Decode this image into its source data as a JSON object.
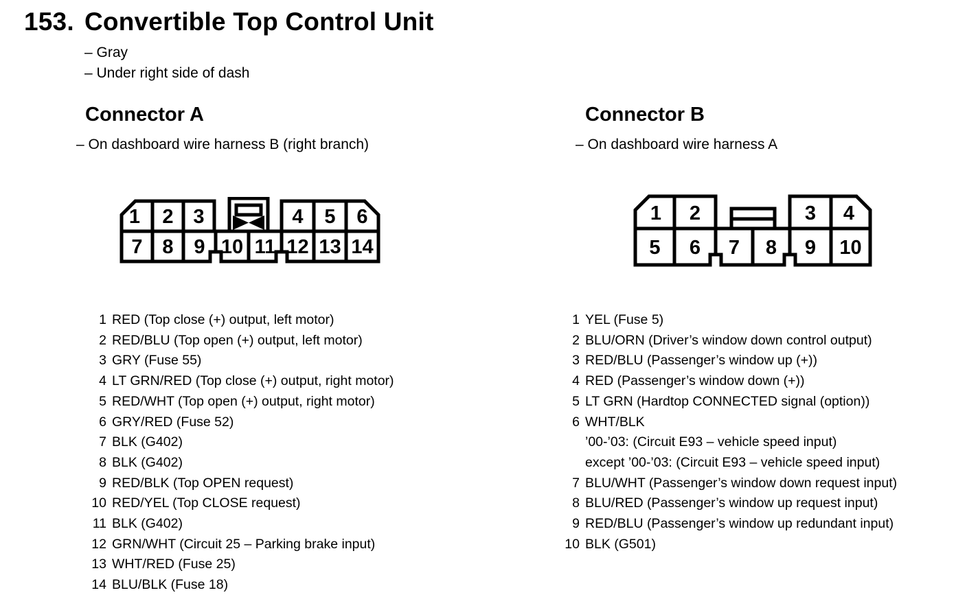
{
  "page": {
    "number": "153.",
    "title": "Convertible Top Control Unit",
    "notes": [
      "– Gray",
      "– Under right side of dash"
    ]
  },
  "colors": {
    "ink": "#000000",
    "paper": "#ffffff"
  },
  "connector_a": {
    "heading": "Connector A",
    "subtitle": "– On dashboard wire harness B (right branch)",
    "cells": [
      "1",
      "2",
      "3",
      "4",
      "5",
      "6",
      "7",
      "8",
      "9",
      "10",
      "11",
      "12",
      "13",
      "14"
    ],
    "pins": [
      {
        "num": "1",
        "desc": "RED (Top close (+) output, left motor)"
      },
      {
        "num": "2",
        "desc": "RED/BLU (Top open (+) output, left motor)"
      },
      {
        "num": "3",
        "desc": "GRY (Fuse 55)"
      },
      {
        "num": "4",
        "desc": "LT GRN/RED (Top close (+) output, right motor)"
      },
      {
        "num": "5",
        "desc": "RED/WHT (Top open (+) output, right motor)"
      },
      {
        "num": "6",
        "desc": "GRY/RED (Fuse 52)"
      },
      {
        "num": "7",
        "desc": "BLK (G402)"
      },
      {
        "num": "8",
        "desc": "BLK (G402)"
      },
      {
        "num": "9",
        "desc": "RED/BLK (Top OPEN request)"
      },
      {
        "num": "10",
        "desc": "RED/YEL (Top CLOSE request)"
      },
      {
        "num": "11",
        "desc": "BLK (G402)"
      },
      {
        "num": "12",
        "desc": "GRN/WHT (Circuit 25 – Parking brake input)"
      },
      {
        "num": "13",
        "desc": "WHT/RED (Fuse 25)"
      },
      {
        "num": "14",
        "desc": "BLU/BLK (Fuse 18)"
      }
    ]
  },
  "connector_b": {
    "heading": "Connector B",
    "subtitle": "– On dashboard wire harness A",
    "cells": [
      "1",
      "2",
      "3",
      "4",
      "5",
      "6",
      "7",
      "8",
      "9",
      "10"
    ],
    "pins": [
      {
        "num": "1",
        "desc": "YEL (Fuse 5)"
      },
      {
        "num": "2",
        "desc": "BLU/ORN (Driver’s window down control output)"
      },
      {
        "num": "3",
        "desc": "RED/BLU (Passenger’s window up (+))"
      },
      {
        "num": "4",
        "desc": "RED (Passenger’s window down (+))"
      },
      {
        "num": "5",
        "desc": "LT GRN (Hardtop CONNECTED signal (option))"
      },
      {
        "num": "6",
        "desc": "WHT/BLK"
      },
      {
        "num": "",
        "desc": "’00-’03: (Circuit E93 – vehicle speed input)"
      },
      {
        "num": "",
        "desc": "except ’00-’03: (Circuit E93 – vehicle speed input)"
      },
      {
        "num": "7",
        "desc": "BLU/WHT (Passenger’s window down request input)"
      },
      {
        "num": "8",
        "desc": "BLU/RED (Passenger’s window up request input)"
      },
      {
        "num": "9",
        "desc": "RED/BLU (Passenger’s window up redundant input)"
      },
      {
        "num": "10",
        "desc": "BLK (G501)"
      }
    ]
  }
}
